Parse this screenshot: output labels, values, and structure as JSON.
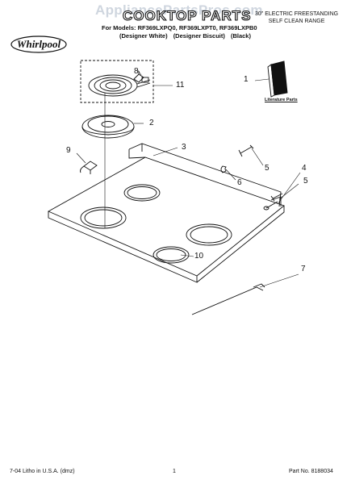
{
  "watermark": "AppliancePartsPros.com",
  "header": {
    "title": "COOKTOP PARTS",
    "subtitle_line1": "30\" ELECTRIC FREESTANDING",
    "subtitle_line2": "SELF CLEAN RANGE",
    "models": "For Models: RF369LXPQ0, RF369LXPT0, RF369LXPB0",
    "variants": [
      "(Designer White)",
      "(Designer Biscuit)",
      "(Black)"
    ]
  },
  "brand": {
    "logo_text": "Whirlpool"
  },
  "diagram": {
    "callouts": [
      "1",
      "2",
      "3",
      "4",
      "5",
      "5",
      "6",
      "7",
      "8",
      "9",
      "10",
      "11"
    ],
    "literature_label": "Literature Parts"
  },
  "footer": {
    "left": "7-04 Litho in U.S.A. (dmz)",
    "page": "1",
    "part_no": "Part No. 8188034"
  }
}
